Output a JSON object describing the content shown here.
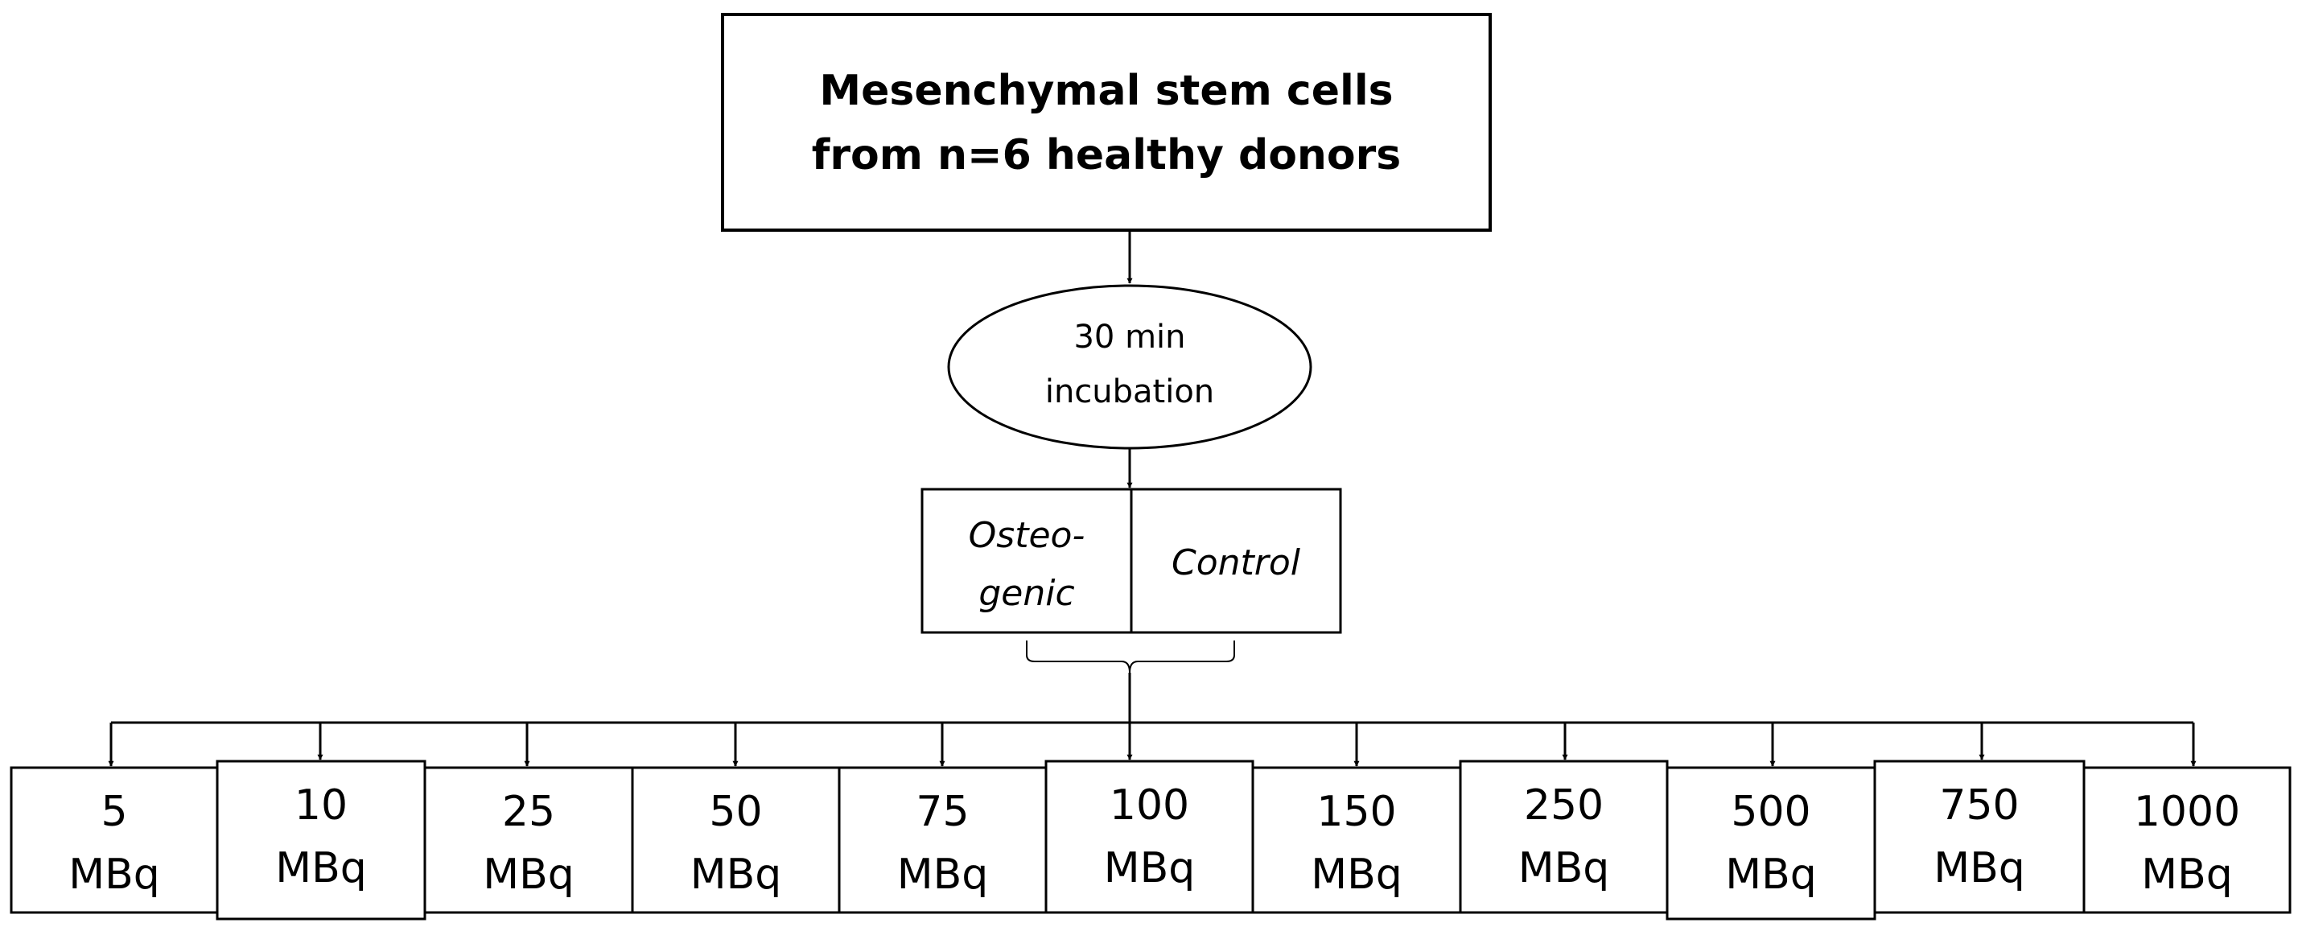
{
  "source": {
    "line1": "Mesenchymal stem cells",
    "line2": "from n=6 healthy donors"
  },
  "incubation": {
    "line1": "30 min",
    "line2": "incubation"
  },
  "groups": {
    "left_line1": "Osteo-",
    "left_line2": "genic",
    "right": "Control"
  },
  "doses": [
    {
      "value": "5",
      "unit": "MBq"
    },
    {
      "value": "10",
      "unit": "MBq"
    },
    {
      "value": "25",
      "unit": "MBq"
    },
    {
      "value": "50",
      "unit": "MBq"
    },
    {
      "value": "75",
      "unit": "MBq"
    },
    {
      "value": "100",
      "unit": "MBq"
    },
    {
      "value": "150",
      "unit": "MBq"
    },
    {
      "value": "250",
      "unit": "MBq"
    },
    {
      "value": "500",
      "unit": "MBq"
    },
    {
      "value": "750",
      "unit": "MBq"
    },
    {
      "value": "1000",
      "unit": "MBq"
    }
  ]
}
